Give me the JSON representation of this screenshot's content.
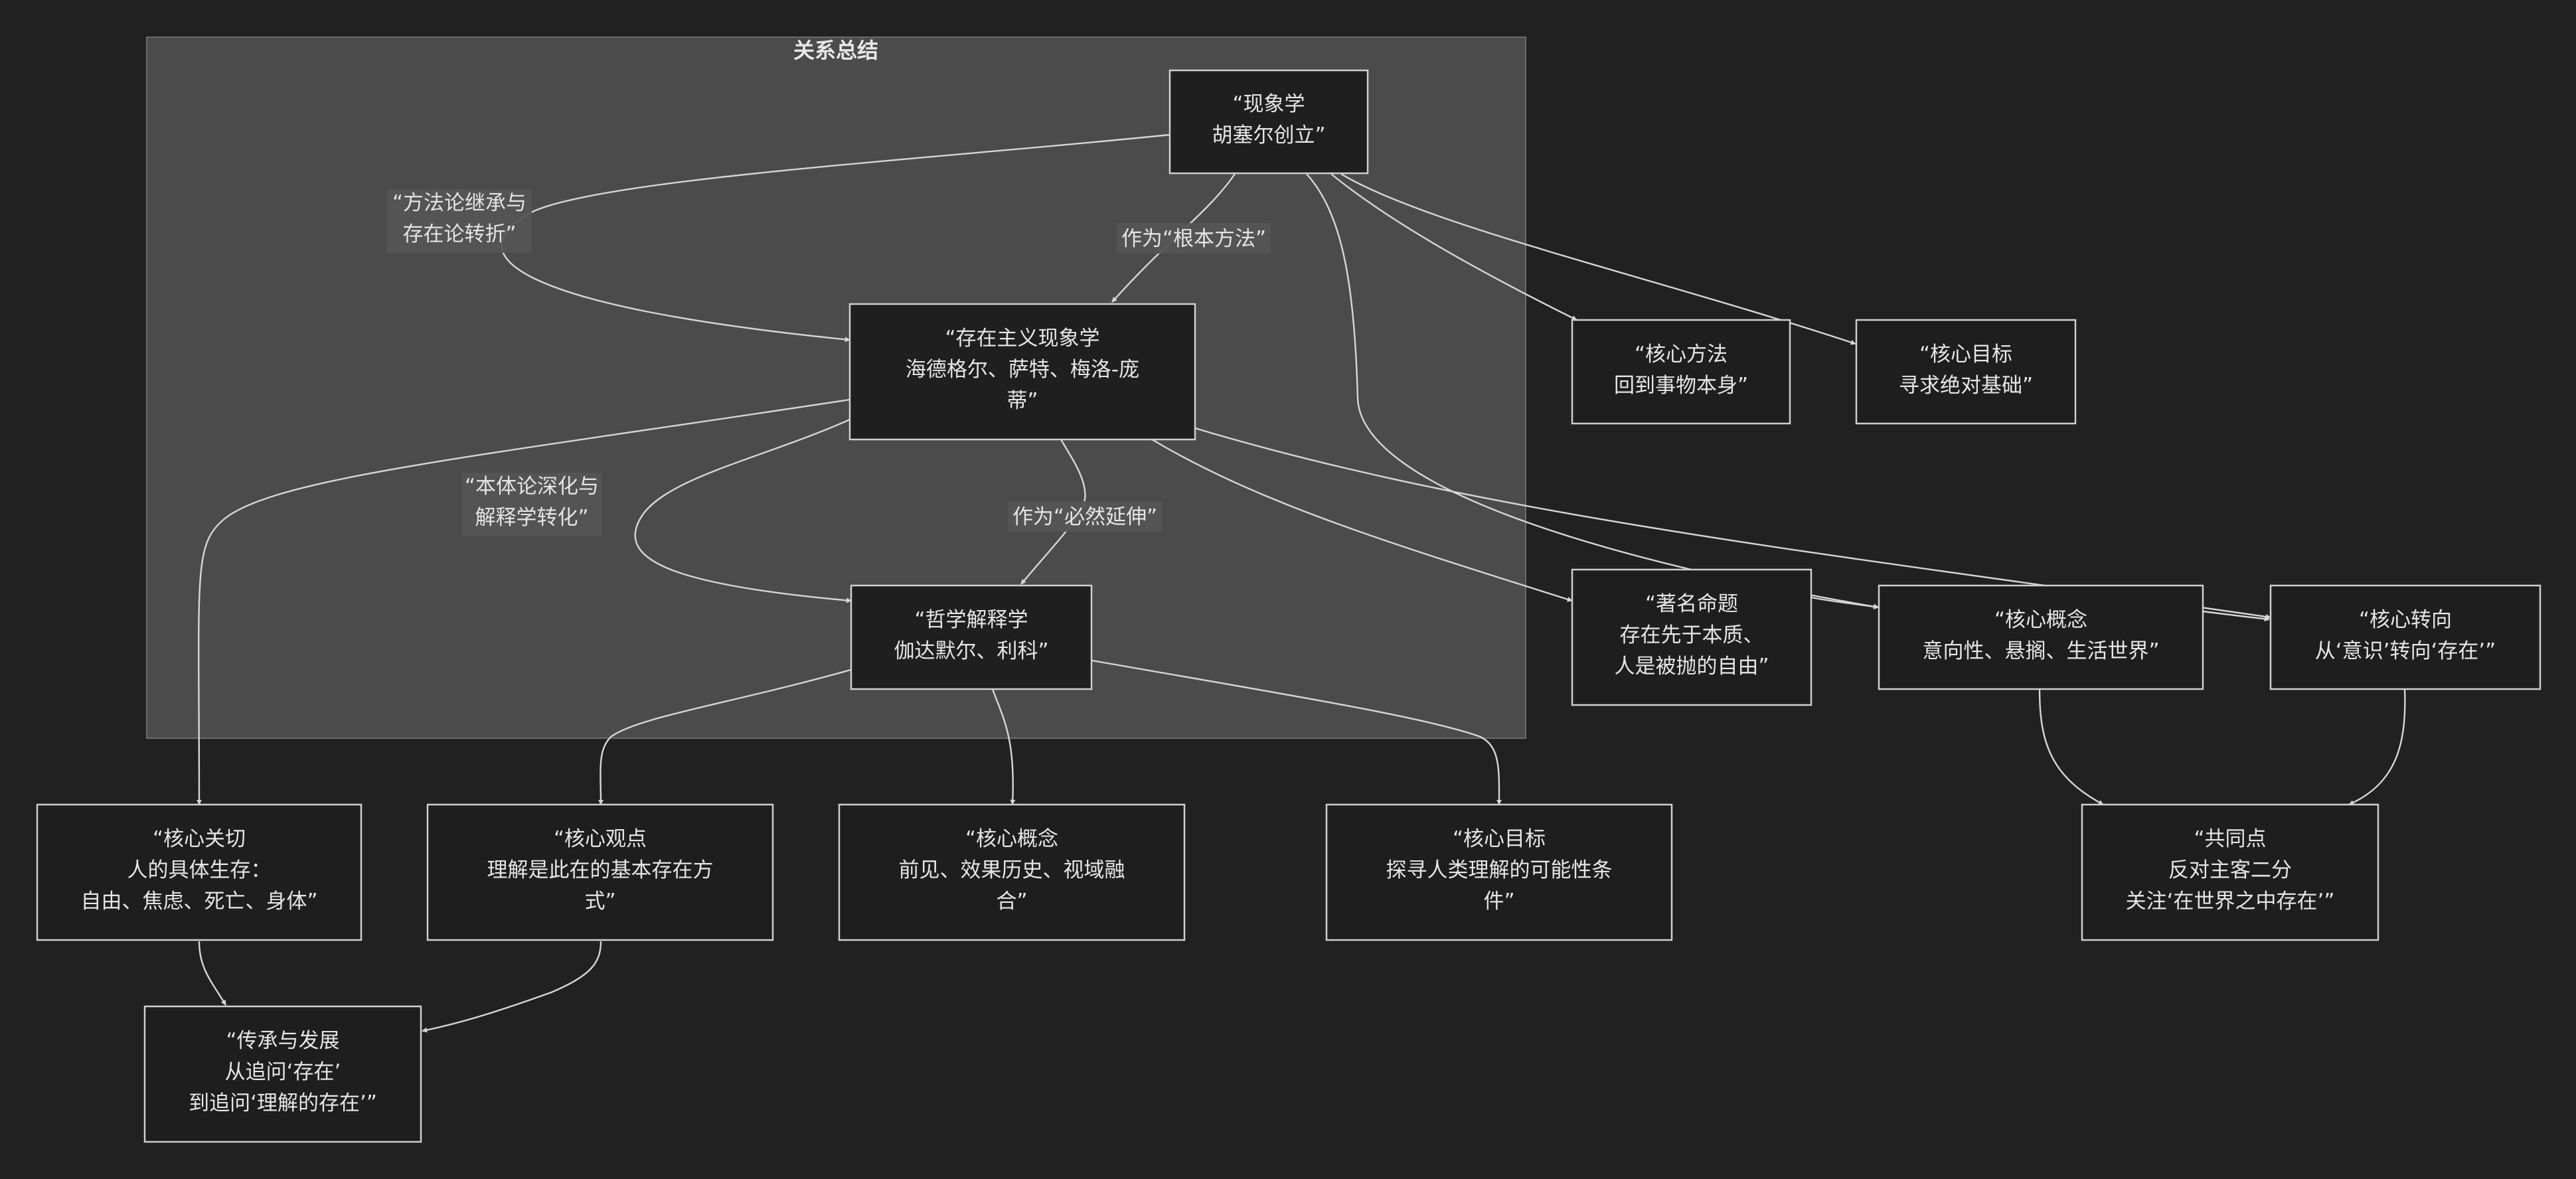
{
  "diagram": {
    "cluster_title": "关系总结",
    "nodes": {
      "phen": [
        "“现象学",
        "胡塞尔创立”"
      ],
      "exist": [
        "“存在主义现象学",
        "海德格尔、萨特、梅洛-庞",
        "蒂”"
      ],
      "herm": [
        "“哲学解释学",
        "伽达默尔、利科”"
      ],
      "p_method": [
        "“核心方法",
        "回到事物本身”"
      ],
      "p_goal": [
        "“核心目标",
        "寻求绝对基础”"
      ],
      "p_concept": [
        "“核心概念",
        "意向性、悬搁、生活世界”"
      ],
      "e_prop": [
        "“著名命题",
        "存在先于本质、",
        "人是被抛的自由”"
      ],
      "e_concern": [
        "“核心关切",
        "人的具体生存：",
        "自由、焦虑、死亡、身体”"
      ],
      "e_turn": [
        "“核心转向",
        "从‘意识’转向‘存在’”"
      ],
      "h_view": [
        "“核心观点",
        "理解是此在的基本存在方",
        "式”"
      ],
      "h_concept": [
        "“核心概念",
        "前见、效果历史、视域融",
        "合”"
      ],
      "h_goal": [
        "“核心目标",
        "探寻人类理解的可能性条",
        "件”"
      ],
      "common": [
        "“共同点",
        "反对主客二分",
        "关注‘在世界之中存在’”"
      ],
      "legacy": [
        "“传承与发展",
        "从追问‘存在’",
        "到追问‘理解的存在’”"
      ]
    },
    "edge_labels": {
      "method_inherit": [
        "“方法论继承与",
        "存在论转折”"
      ],
      "root_method": [
        "作为“根本方法”"
      ],
      "ontology": [
        "“本体论深化与",
        "解释学转化”"
      ],
      "extension": [
        "作为“必然延伸”"
      ]
    }
  }
}
